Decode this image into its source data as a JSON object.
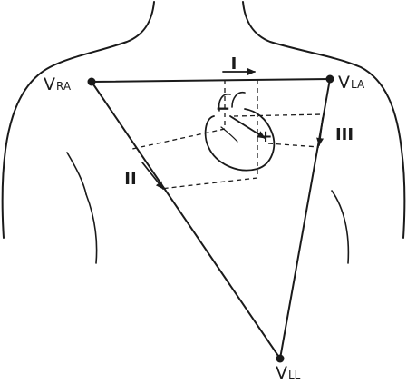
{
  "electrodes": [
    {
      "main": "V",
      "sub": "RA"
    },
    {
      "main": "V",
      "sub": "LA"
    },
    {
      "main": "V",
      "sub": "LL"
    }
  ],
  "leads": [
    {
      "label": "I"
    },
    {
      "label": "II"
    },
    {
      "label": "III"
    }
  ],
  "polarity": {
    "negative": "−",
    "positive": "+"
  },
  "colors": {
    "ink": "#1a1a1a",
    "background": "#ffffff"
  }
}
